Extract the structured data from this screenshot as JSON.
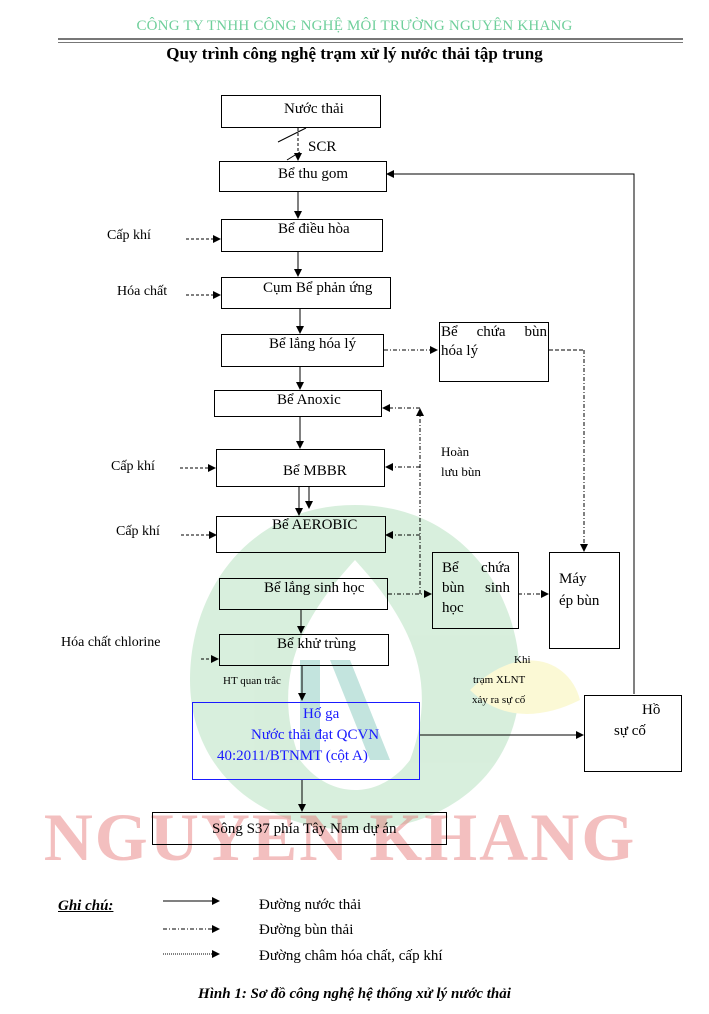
{
  "header": {
    "company": "CÔNG TY TNHH CÔNG NGHỆ MÔI TRƯỜNG NGUYÊN KHANG",
    "title": "Quy trình công nghệ trạm xử lý nước thải tập trung"
  },
  "watermark": {
    "text": "NGUYEN KHANG",
    "colors": {
      "text": "#e57373",
      "logo_green": "#a5d6a7",
      "logo_leaf": "#fff59d"
    }
  },
  "nodes": {
    "nuoc_thai": "Nước thải",
    "scr": "SCR",
    "be_thu_gom": "Bể thu gom",
    "be_dieu_hoa": "Bể điều hòa",
    "cum_be_phan_ung": "Cụm Bể phản ứng",
    "be_lang_hoa_ly": "Bể lắng hóa lý",
    "be_chua_bun_hoa_ly_1": "Bể chứa bùn",
    "be_chua_bun_hoa_ly_2": "hóa lý",
    "be_anoxic": "Bể Anoxic",
    "be_mbbr": "Bể MBBR",
    "be_aerobic": "Bể AEROBIC",
    "be_lang_sinh_hoc": "Bể lắng sinh học",
    "be_chua_bun_sinh_hoc_1": "Bể chứa",
    "be_chua_bun_sinh_hoc_2": "bùn sinh",
    "be_chua_bun_sinh_hoc_3": "học",
    "may_ep_bun_1": "Máy",
    "may_ep_bun_2": "ép bùn",
    "be_khu_trung": "Bể khử trùng",
    "ho_ga_1": "Hố ga",
    "ho_ga_2": "Nước thải đạt QCVN",
    "ho_ga_3": "40:2011/BTNMT (cột A)",
    "ho_su_co_1": "Hồ",
    "ho_su_co_2": "sự cố",
    "song": "Sông S37 phía Tây Nam dự án"
  },
  "inputs": {
    "cap_khi_1": "Cấp khí",
    "hoa_chat": "Hóa chất",
    "cap_khi_2": "Cấp khí",
    "cap_khi_3": "Cấp khí",
    "hoa_chat_chlorine": "Hóa chất chlorine"
  },
  "annotations": {
    "hoan_luu_1": "Hoàn",
    "hoan_luu_2": "lưu bùn",
    "khi_1": "Khi",
    "khi_2": "trạm XLNT",
    "khi_3": "xảy ra sự cố",
    "ht_quan_trac": "HT quan trắc"
  },
  "legend": {
    "title": "Ghi chú:",
    "items": [
      {
        "style": "solid",
        "label": "Đường nước thải"
      },
      {
        "style": "dash-dot",
        "label": "Đường bùn thải"
      },
      {
        "style": "dotted",
        "label": "Đường châm hóa chất, cấp khí"
      }
    ]
  },
  "caption": "Hình 1: Sơ đồ công nghệ hệ thống xử lý nước thải",
  "colors": {
    "company": "#6fcf9b",
    "highlight_box": "#1a1aff",
    "line": "#000000"
  }
}
